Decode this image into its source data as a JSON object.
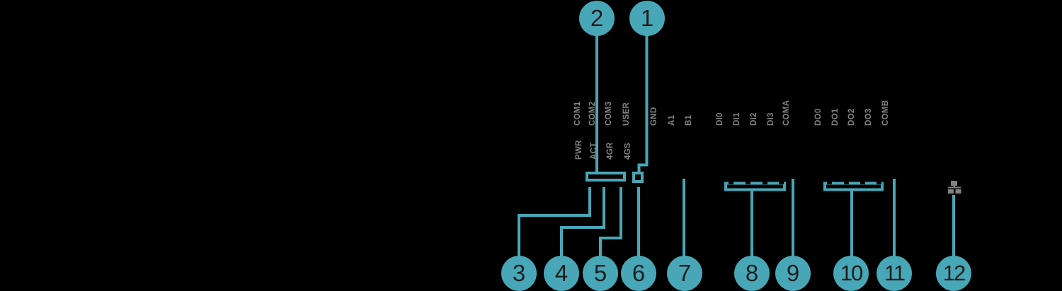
{
  "colors": {
    "bg": "#000000",
    "accent_teal": "#48A7B7",
    "label_gray": "#828282",
    "number_dark": "#1E1E1E"
  },
  "panel_labels": {
    "status_upper": [
      "COM1",
      "COM2",
      "COM3",
      "USER"
    ],
    "status_lower": [
      "PWR",
      "ACT",
      "4GR",
      "4GS"
    ],
    "serial": [
      "GND",
      "A1",
      "B1"
    ],
    "digital_inputs": [
      "DI0",
      "DI1",
      "DI2",
      "DI3",
      "COMA"
    ],
    "digital_outputs": [
      "DO0",
      "DO1",
      "DO2",
      "DO3",
      "COMB"
    ]
  },
  "callouts": {
    "top": [
      "2",
      "1"
    ],
    "bottom": [
      "3",
      "4",
      "5",
      "6",
      "7",
      "8",
      "9",
      "10",
      "11",
      "12"
    ]
  },
  "icons": {
    "ethernet": "ethernet-network-icon"
  }
}
